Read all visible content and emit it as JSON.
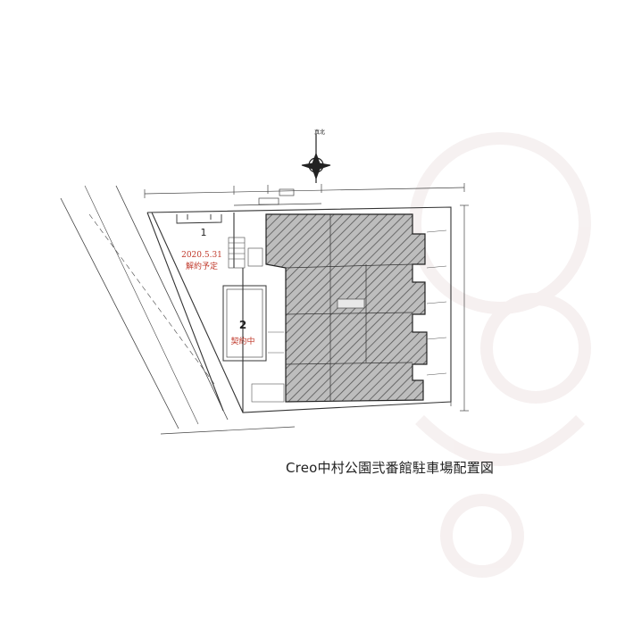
{
  "plan": {
    "slot1": {
      "number": "1",
      "date": "2020.5.31",
      "status": "解約予定"
    },
    "slot2": {
      "number": "2",
      "status": "契約中"
    }
  },
  "caption": "Creo中村公園弐番館駐車場配置図",
  "colors": {
    "annotation_red": "#c0392b",
    "line": "#333333",
    "hatch": "#555555",
    "watermark": "#f3ecec"
  }
}
